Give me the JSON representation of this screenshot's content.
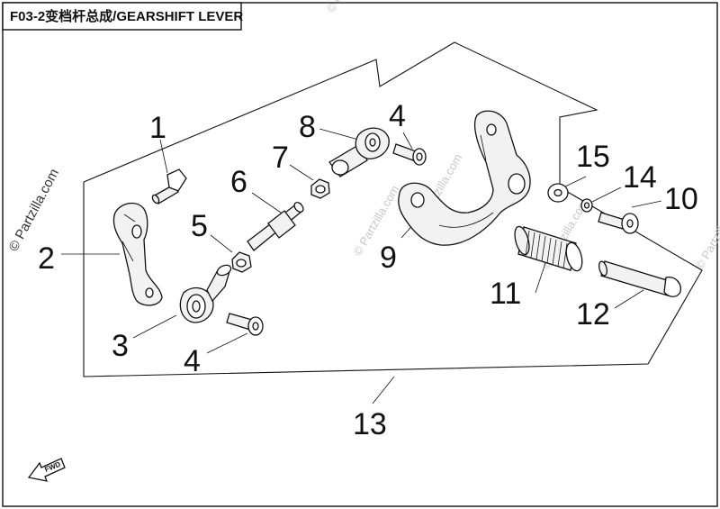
{
  "header": {
    "title": "F03-2变档杆总成/GEARSHIFT LEVER"
  },
  "watermark": {
    "brand": "© Partzilla.com"
  },
  "direction_tag": {
    "label": "FWD"
  },
  "callouts": {
    "c1": "1",
    "c2": "2",
    "c3": "3",
    "c4a": "4",
    "c4b": "4",
    "c5": "5",
    "c6": "6",
    "c7": "7",
    "c8": "8",
    "c9": "9",
    "c10": "10",
    "c11": "11",
    "c12": "12",
    "c13": "13",
    "c14": "14",
    "c15": "15"
  }
}
